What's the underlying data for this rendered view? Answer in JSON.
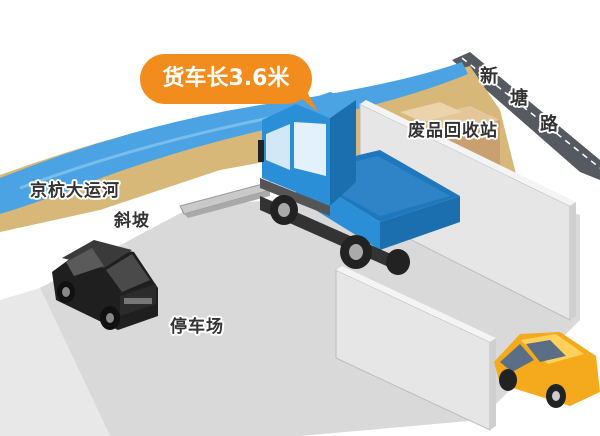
{
  "callout": {
    "text": "货车长3.6米",
    "color": "#f28c1d"
  },
  "labels": {
    "canal": "京杭大运河",
    "slope": "斜坡",
    "parking": "停车场",
    "recycling": "废品回收站",
    "road": [
      "新",
      "塘",
      "路"
    ]
  },
  "colors": {
    "water": "#4ba3e3",
    "bank": "#d7b878",
    "ground": "#d9d9d9",
    "wall": "#e6e6e6",
    "truck": "#2a8fd6",
    "suv": "#222222",
    "car": "#f5a91c",
    "road": "#555a60"
  }
}
